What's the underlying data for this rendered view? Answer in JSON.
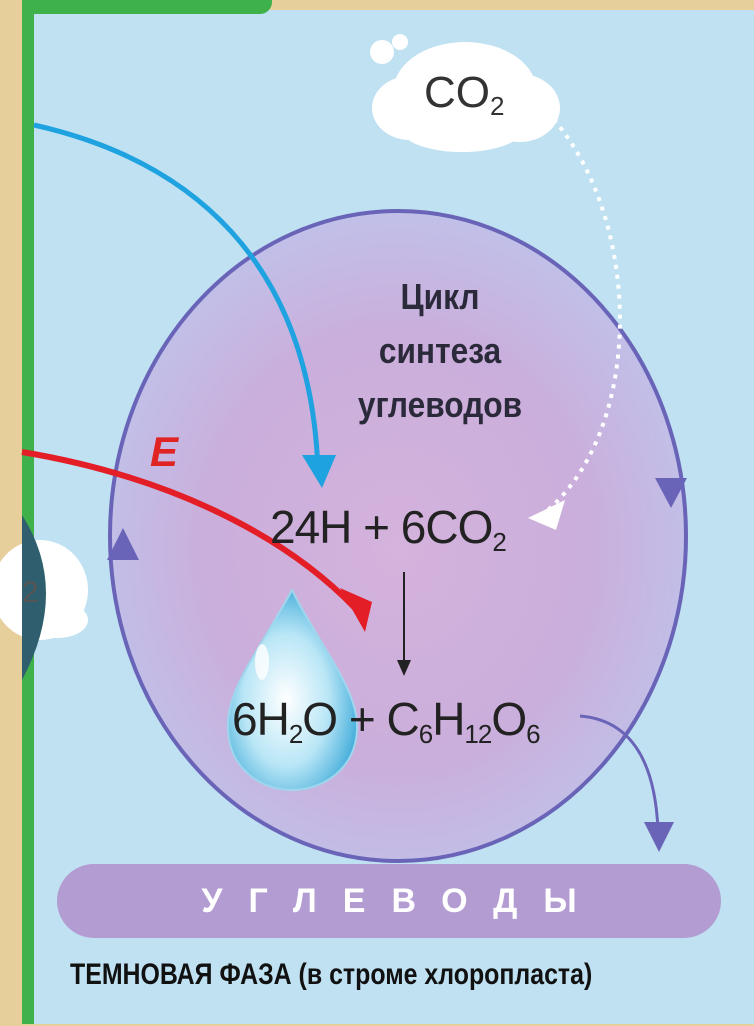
{
  "cycle_title_lines": [
    "Цикл",
    "синтеза",
    "углеводов"
  ],
  "co2_cloud": {
    "base": "CO",
    "sub": "2"
  },
  "energy_label": "E",
  "equation_top": {
    "part1": "24H + 6CO",
    "sub1": "2"
  },
  "equation_bottom": {
    "p1": "6H",
    "s1": "2",
    "p2": "O + C",
    "s2": "6",
    "p3": "H",
    "s3": "12",
    "p4": "O",
    "s4": "6"
  },
  "side_fragment": "2",
  "banner_label": "УГЛЕВОДЫ",
  "footer_caption": "ТЕМНОВАЯ ФАЗА (в строме хлоропласта)",
  "colors": {
    "panel": "#bfe1f2",
    "cycle_line": "#6a64b8",
    "blue_arrow": "#1fa3e0",
    "red_arrow": "#e41e26",
    "banner": "#b39cd2"
  }
}
